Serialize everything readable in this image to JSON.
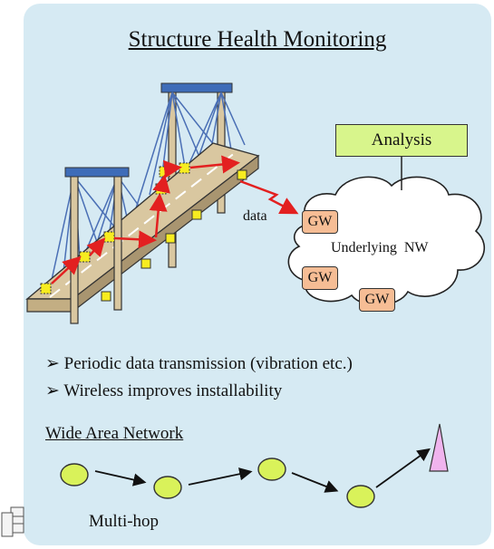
{
  "title": "Structure Health Monitoring",
  "analysis_label": "Analysis",
  "data_label": "data",
  "network_label": "Underlying  NW",
  "gateways": [
    "GW",
    "GW",
    "GW"
  ],
  "bullets": [
    "➢ Periodic data transmission (vibration etc.)",
    "➢ Wireless improves installability"
  ],
  "wan_title": "Wide Area Network",
  "multihop_label": "Multi-hop",
  "colors": {
    "panel": "#d6eaf3",
    "analysis_box": "#d8f58c",
    "gateway_box": "#f6bd95",
    "sensor": "#f7ec20",
    "arrow": "#e32020",
    "node": "#d9f25a",
    "antenna": "#f0b4ee",
    "tower_top": "#3e6cb8",
    "deck": "#d9c7a0"
  }
}
